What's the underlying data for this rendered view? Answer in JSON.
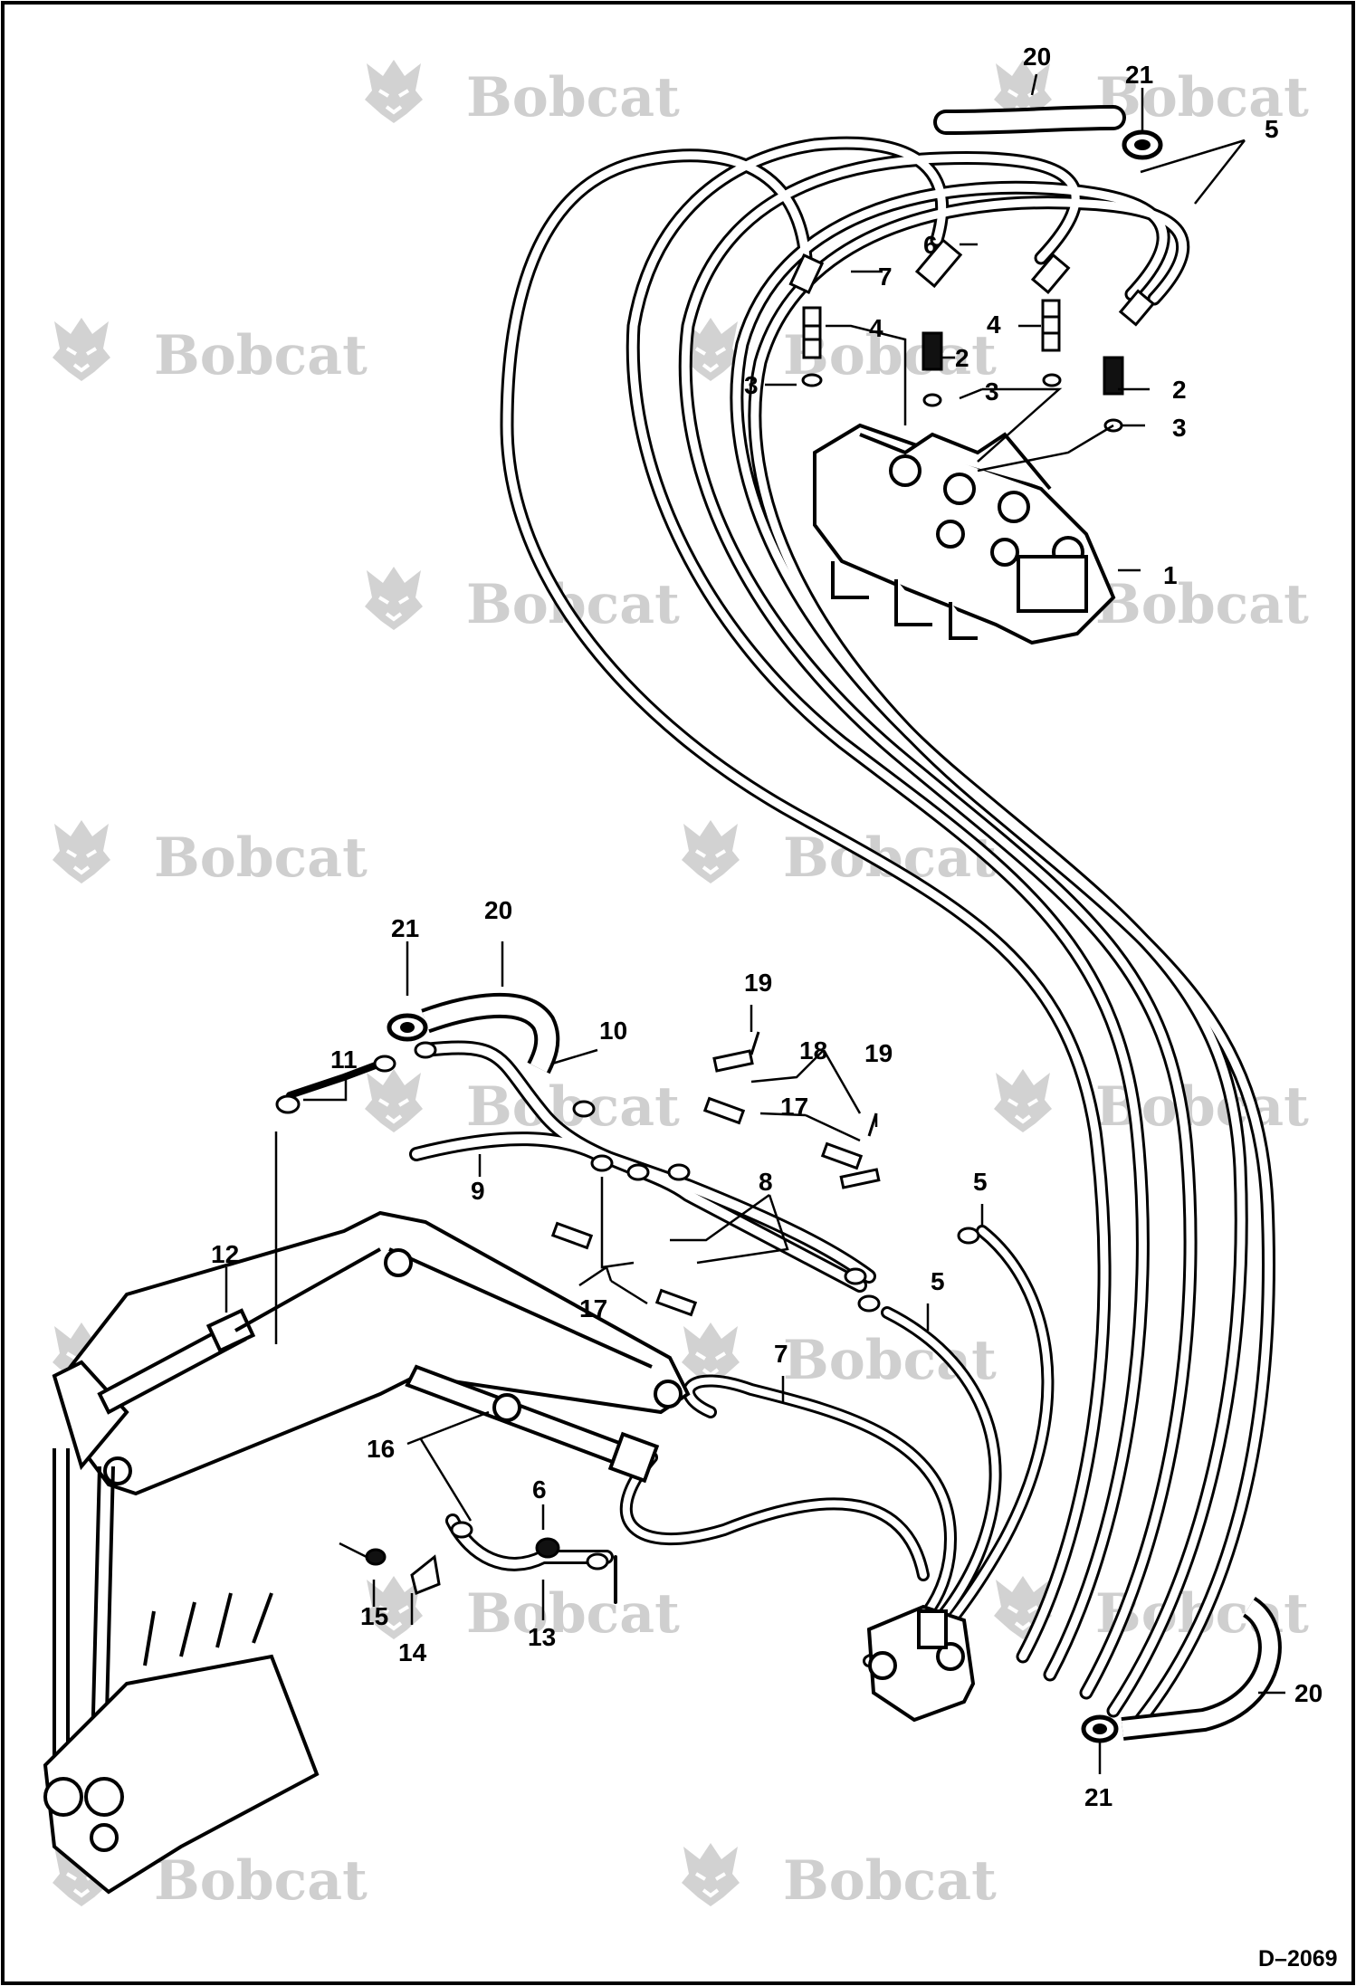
{
  "figure_id": "D–2069",
  "watermark": {
    "text": "Bobcat"
  },
  "callouts": [
    {
      "id": "c20a",
      "label": "20"
    },
    {
      "id": "c21a",
      "label": "21"
    },
    {
      "id": "c5a",
      "label": "5"
    },
    {
      "id": "c7a",
      "label": "7"
    },
    {
      "id": "c6a",
      "label": "6"
    },
    {
      "id": "c4a",
      "label": "4"
    },
    {
      "id": "c2a",
      "label": "2"
    },
    {
      "id": "c4b",
      "label": "4"
    },
    {
      "id": "c3a",
      "label": "3"
    },
    {
      "id": "c3b",
      "label": "3"
    },
    {
      "id": "c2b",
      "label": "2"
    },
    {
      "id": "c3c",
      "label": "3"
    },
    {
      "id": "c1",
      "label": "1"
    },
    {
      "id": "c21b",
      "label": "21"
    },
    {
      "id": "c20b",
      "label": "20"
    },
    {
      "id": "c19a",
      "label": "19"
    },
    {
      "id": "c11",
      "label": "11"
    },
    {
      "id": "c10",
      "label": "10"
    },
    {
      "id": "c18",
      "label": "18"
    },
    {
      "id": "c19b",
      "label": "19"
    },
    {
      "id": "c17a",
      "label": "17"
    },
    {
      "id": "c9",
      "label": "9"
    },
    {
      "id": "c8",
      "label": "8"
    },
    {
      "id": "c5b",
      "label": "5"
    },
    {
      "id": "c12",
      "label": "12"
    },
    {
      "id": "c17b",
      "label": "17"
    },
    {
      "id": "c5c",
      "label": "5"
    },
    {
      "id": "c7b",
      "label": "7"
    },
    {
      "id": "c16",
      "label": "16"
    },
    {
      "id": "c6b",
      "label": "6"
    },
    {
      "id": "c15",
      "label": "15"
    },
    {
      "id": "c14",
      "label": "14"
    },
    {
      "id": "c13",
      "label": "13"
    },
    {
      "id": "c20c",
      "label": "20"
    },
    {
      "id": "c21c",
      "label": "21"
    }
  ]
}
